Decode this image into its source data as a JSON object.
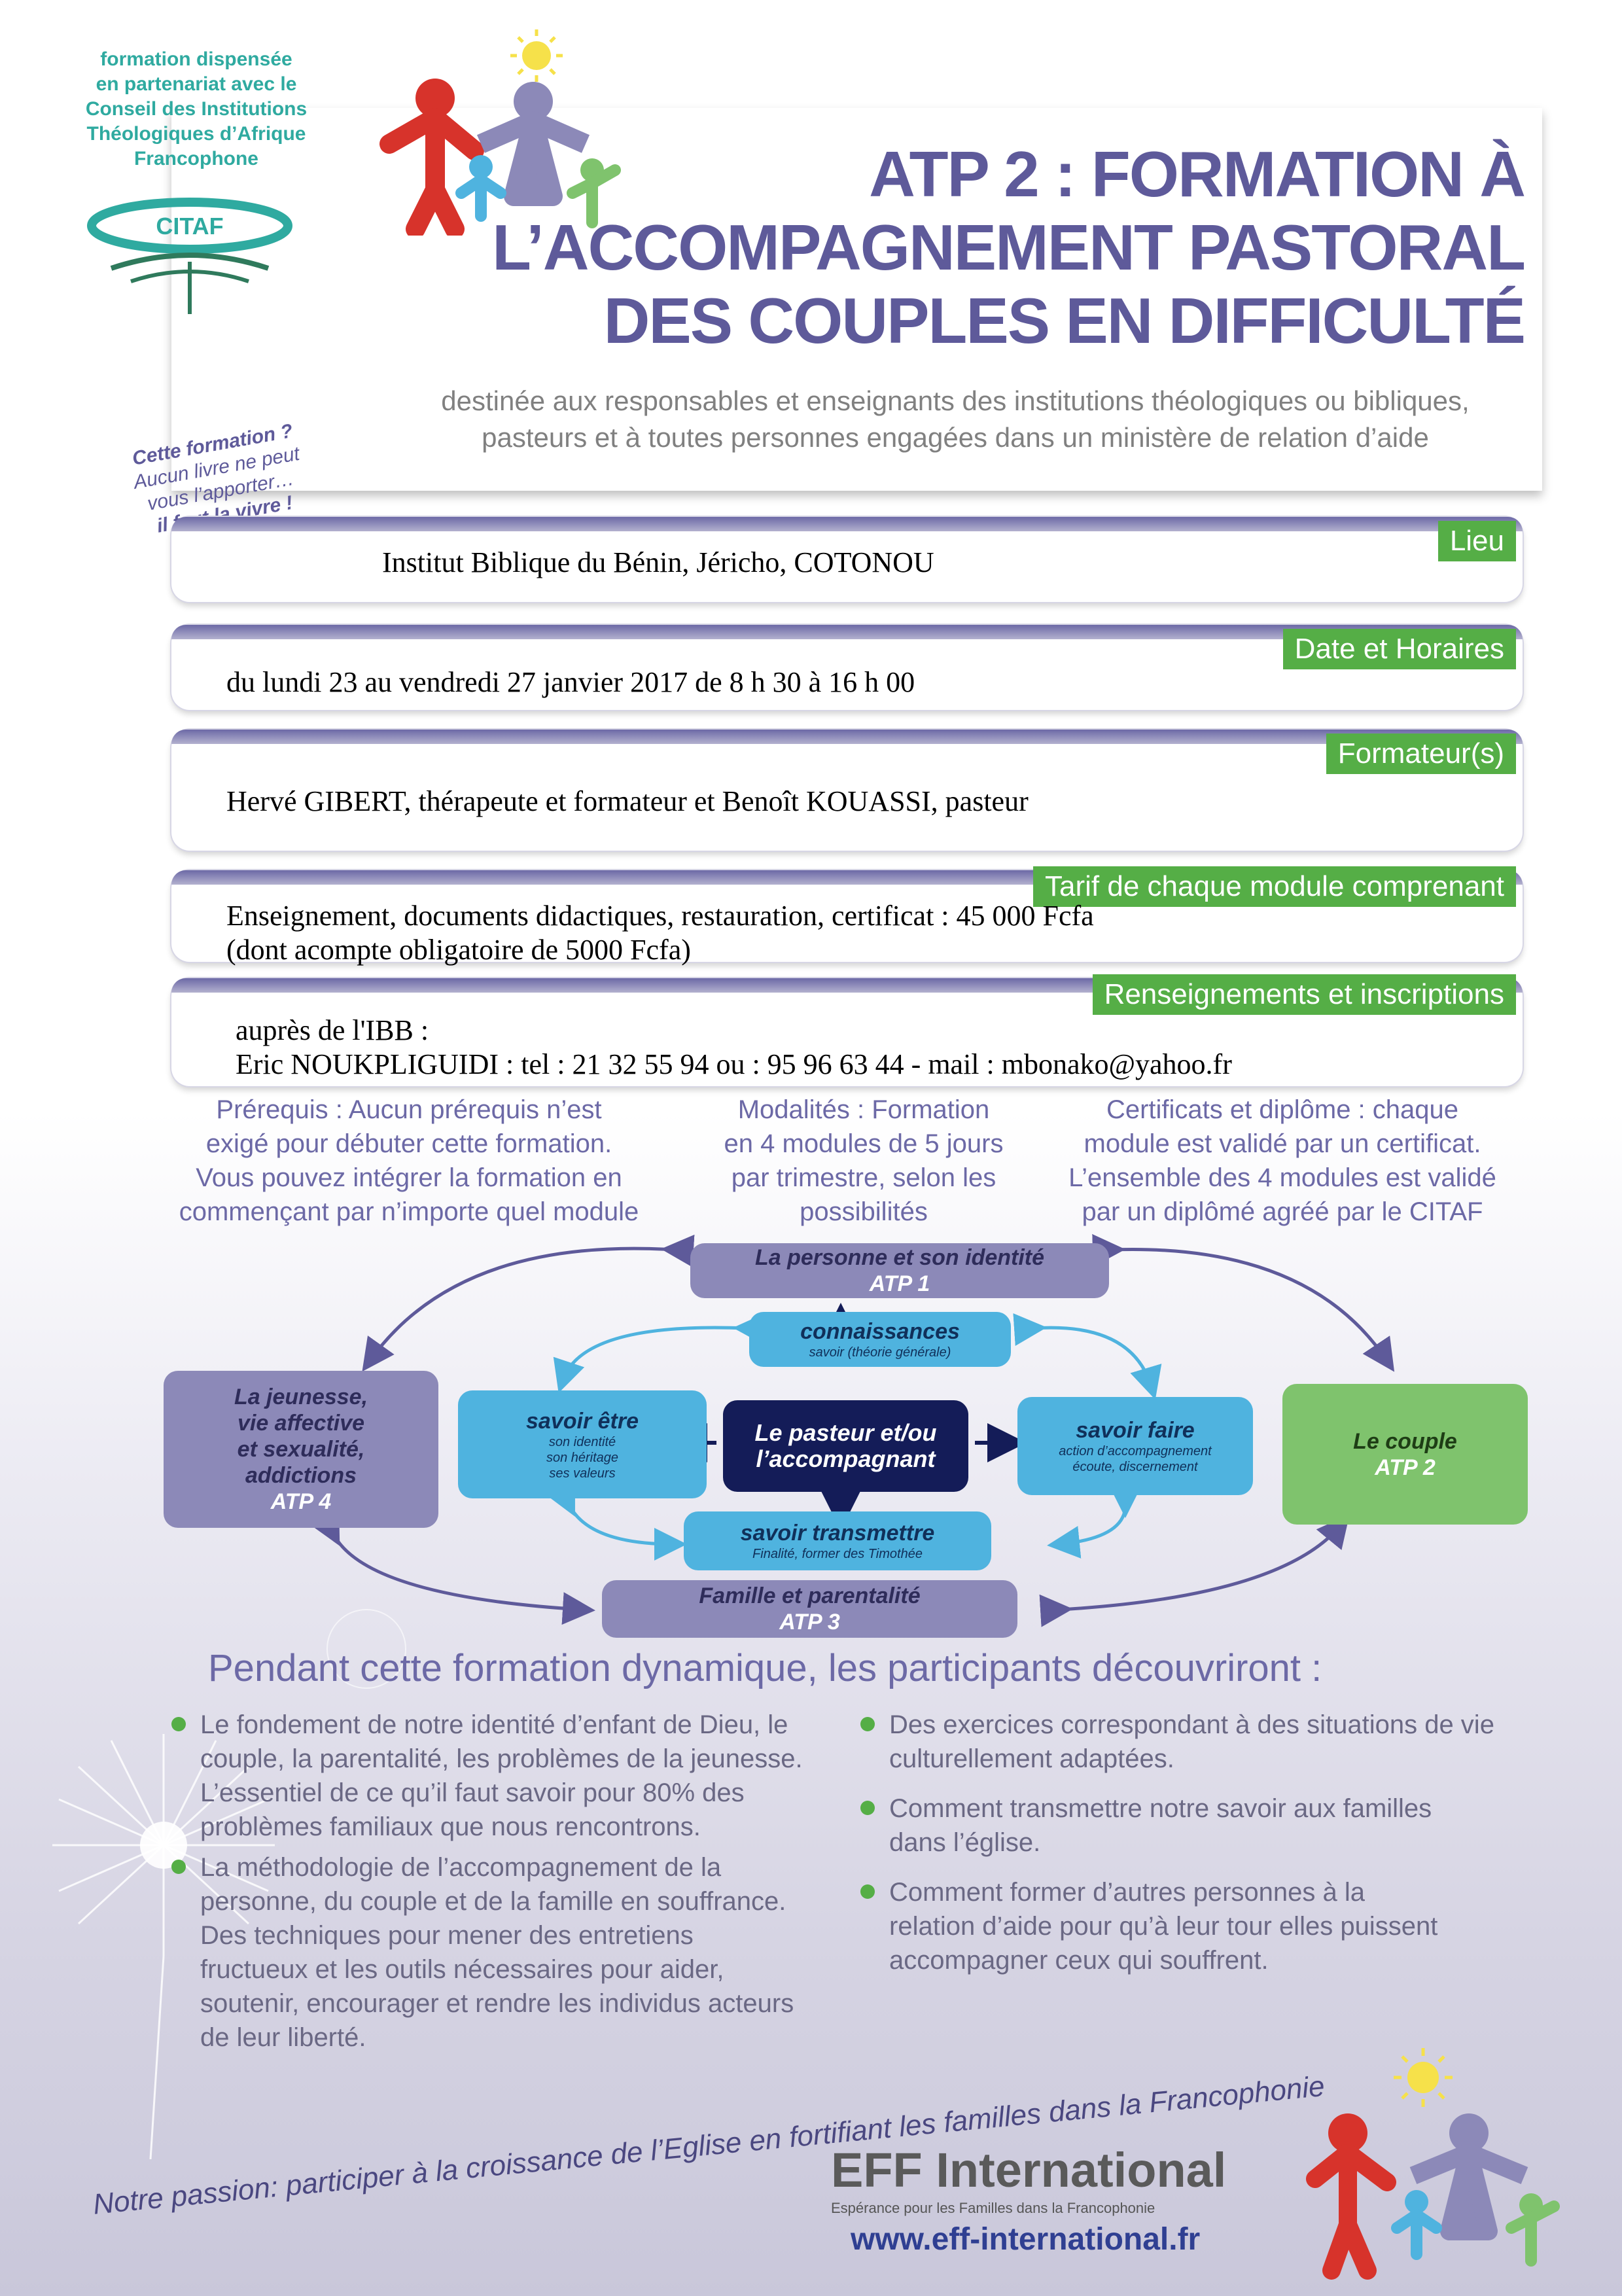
{
  "citaf": {
    "text_lines": [
      "formation dispensée",
      "en partenariat avec le",
      "Conseil des Institutions",
      "Théologiques d’Afrique",
      "Francophone"
    ],
    "logo_label": "CITAF"
  },
  "header": {
    "title_lines": [
      "ATP 2 : FORMATION À",
      "L’ACCOMPAGNEMENT PASTORAL",
      "DES COUPLES EN DIFFICULTÉ"
    ],
    "subtitle_lines": [
      "destinée aux responsables et enseignants des institutions théologiques ou bibliques,",
      "pasteurs et à toutes personnes engagées dans un ministère de relation d’aide"
    ]
  },
  "slogan_left": [
    "Cette formation ?",
    "Aucun livre ne peut",
    "vous l’apporter…",
    "il faut la vivre !"
  ],
  "info": {
    "lieu": {
      "tag": "Lieu",
      "lines": [
        "Institut Biblique du Bénin, Jéricho, COTONOU"
      ]
    },
    "date": {
      "tag": "Date et Horaires",
      "lines": [
        "du lundi 23 au vendredi 27 janvier 2017 de 8 h 30 à 16 h 00"
      ]
    },
    "formateurs": {
      "tag": "Formateur(s)",
      "lines": [
        "Hervé GIBERT, thérapeute et formateur et Benoît KOUASSI, pasteur"
      ]
    },
    "tarif": {
      "tag": "Tarif de chaque module comprenant",
      "lines": [
        "Enseignement, documents didactiques, restauration, certificat : 45 000 Fcfa",
        "(dont acompte obligatoire de 5000 Fcfa)"
      ]
    },
    "renseignements": {
      "tag": "Renseignements et inscriptions",
      "lines": [
        "auprès de l'IBB :",
        "Eric NOUKPLIGUIDI : tel : 21 32 55 94 ou : 95 96 63 44     -    mail : mbonako@yahoo.fr"
      ]
    }
  },
  "columns": {
    "prerequis": [
      "Prérequis : Aucun prérequis n’est",
      "exigé pour débuter cette formation.",
      "Vous pouvez intégrer la formation en",
      "commençant par n’importe quel module"
    ],
    "modalites": [
      "Modalités :  Formation",
      "en 4 modules de 5 jours",
      "par trimestre, selon les",
      "possibilités"
    ],
    "certificats": [
      "Certificats et diplôme : chaque",
      "module est validé par un certificat.",
      "L’ensemble des 4 modules est validé",
      "par un diplômé agréé par le CITAF"
    ]
  },
  "diagram": {
    "atp1": {
      "title": "La personne et son identité",
      "sub": "ATP 1"
    },
    "atp2": {
      "title": "Le couple",
      "sub": "ATP 2"
    },
    "atp3": {
      "title": "Famille et parentalité",
      "sub": "ATP 3"
    },
    "atp4": {
      "title_lines": [
        "La jeunesse,",
        "vie affective",
        "et sexualité,",
        "addictions"
      ],
      "sub": "ATP 4"
    },
    "connaissances": {
      "title": "connaissances",
      "sub": "savoir (théorie générale)"
    },
    "savoir_etre": {
      "title": "savoir être",
      "subs": [
        "son identité",
        "son héritage",
        "ses valeurs"
      ]
    },
    "savoir_faire": {
      "title": "savoir faire",
      "subs": [
        "action d’accompagnement",
        "écoute, discernement"
      ]
    },
    "savoir_transmettre": {
      "title": "savoir transmettre",
      "sub": "Finalité, former des Timothée"
    },
    "center": {
      "lines": [
        "Le pasteur et/ou",
        "l’accompagnant"
      ]
    }
  },
  "body": {
    "heading": "Pendant cette formation dynamique, les participants découvriront :",
    "left_bullets": [
      [
        "Le fondement de notre identité d’enfant de Dieu, le",
        "couple, la parentalité, les problèmes de la jeunesse.",
        "L’essentiel de ce qu’il faut savoir pour 80% des",
        "problèmes familiaux que nous rencontrons."
      ],
      [
        "La méthodologie de l’accompagnement de la",
        "personne, du couple et de la famille en souffrance.",
        "Des techniques pour mener des entretiens",
        "fructueux et les outils nécessaires pour aider,",
        "soutenir, encourager et rendre les individus  acteurs",
        "de leur liberté."
      ]
    ],
    "right_bullets": [
      [
        "Des exercices correspondant à des situations de vie",
        "culturellement adaptées."
      ],
      [
        "Comment transmettre notre savoir aux familles",
        "dans l’église."
      ],
      [
        "Comment former d’autres personnes à la",
        "relation d’aide pour qu’à leur tour elles puissent",
        "accompagner ceux qui souffrent."
      ]
    ]
  },
  "footer": {
    "passion": "Notre passion: participer à la croissance de l’Eglise en fortifiant les familles dans la Francophonie",
    "eff_name": "EFF International",
    "eff_tagline": "Espérance pour les Familles dans la Francophonie",
    "eff_web": "www.eff-international.fr"
  },
  "colors": {
    "purple": "#5e5a9a",
    "green": "#55ae46",
    "teal": "#2faaa0",
    "blue": "#4fb3df",
    "navy": "#141c58"
  }
}
